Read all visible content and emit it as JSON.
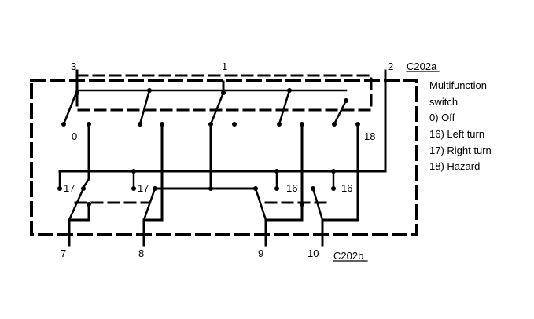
{
  "connectors": {
    "top": "C202a",
    "bottom": "C202b"
  },
  "legend": {
    "title_line1": "Multifunction",
    "title_line2": "switch",
    "items": [
      "0) Off",
      "16) Left turn",
      "17) Right turn",
      "18) Hazard"
    ]
  },
  "terminals": {
    "t3": "3",
    "t1": "1",
    "t2": "2",
    "t7": "7",
    "t8": "8",
    "t9": "9",
    "t10": "10"
  },
  "positions": {
    "p0": "0",
    "p18": "18",
    "p17a": "17",
    "p17b": "17",
    "p16a": "16",
    "p16b": "16"
  },
  "colors": {
    "ink": "#000000",
    "background": "#ffffff"
  }
}
